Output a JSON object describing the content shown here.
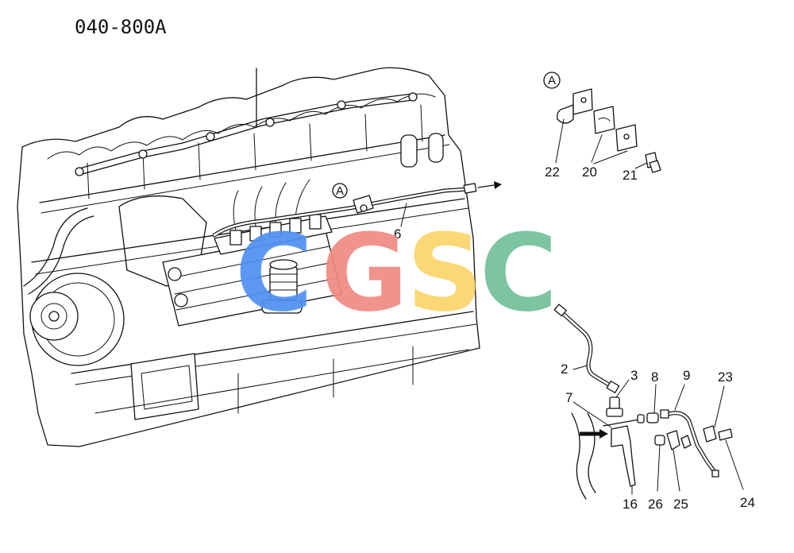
{
  "diagram_code": "040-800A",
  "view_marker": "A",
  "watermark": {
    "letters": [
      {
        "char": "C",
        "color": "#4f8ff3"
      },
      {
        "char": "G",
        "color": "#f08a84"
      },
      {
        "char": "S",
        "color": "#fbd46a"
      },
      {
        "char": "C",
        "color": "#73bf98"
      }
    ]
  },
  "callouts": {
    "c2": "2",
    "c3": "3",
    "c6": "6",
    "c7": "7",
    "c8": "8",
    "c9": "9",
    "c16": "16",
    "c20": "20",
    "c21": "21",
    "c22": "22",
    "c23": "23",
    "c24": "24",
    "c25": "25",
    "c26": "26"
  }
}
